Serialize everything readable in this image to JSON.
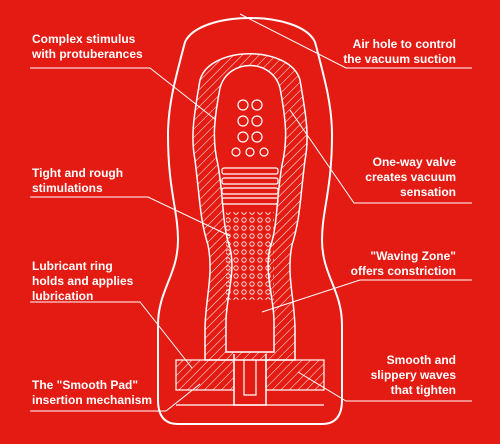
{
  "colors": {
    "background": "#e41b13",
    "line": "#ffffff"
  },
  "callouts": {
    "complex_stimulus": "Complex stimulus\nwith protuberances",
    "tight_rough": "Tight and rough\nstimulations",
    "lubricant_ring": "Lubricant ring\nholds and applies\nlubrication",
    "smooth_pad": "The \"Smooth Pad\"\ninsertion mechanism",
    "air_hole": "Air hole to control\nthe vacuum suction",
    "one_way_valve": "One-way valve\ncreates vacuum\nsensation",
    "waving_zone": "\"Waving Zone\"\noffers constriction",
    "smooth_slippery": "Smooth and\nslippery waves\nthat tighten"
  }
}
